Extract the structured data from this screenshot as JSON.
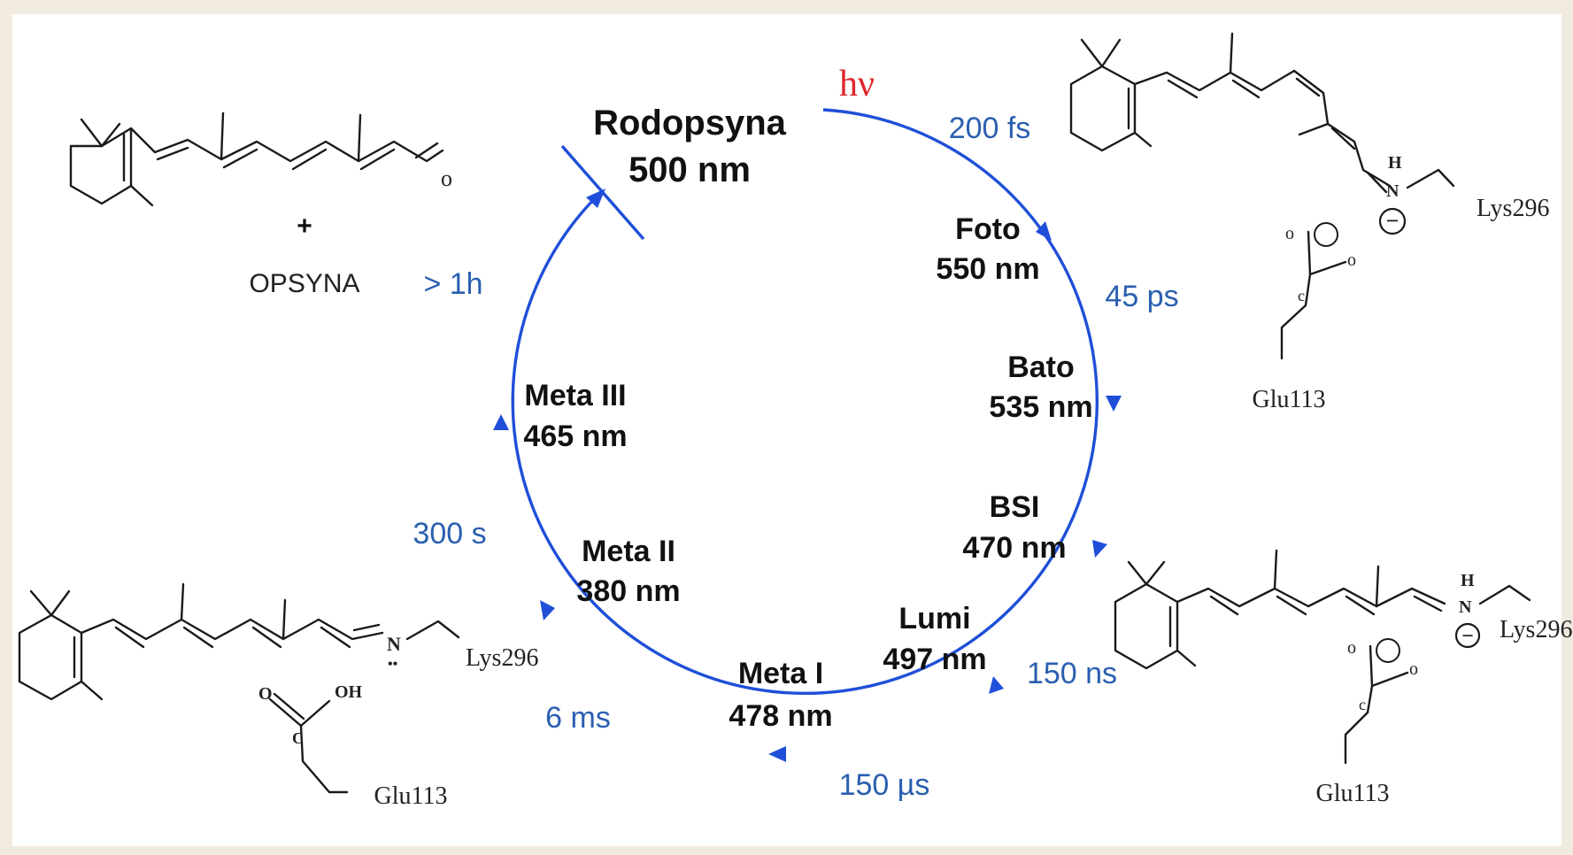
{
  "colors": {
    "cycle": "#1f4fd8",
    "time_text": "#2a5fb0",
    "light_text": "#e0262c",
    "state_text": "#111111",
    "background": "#f1ebdf"
  },
  "light": "hν",
  "states": {
    "rodopsyna": {
      "name": "Rodopsyna",
      "wavelength": "500 nm"
    },
    "foto": {
      "name": "Foto",
      "wavelength": "550 nm"
    },
    "bato": {
      "name": "Bato",
      "wavelength": "535 nm"
    },
    "bsi": {
      "name": "BSI",
      "wavelength": "470 nm"
    },
    "lumi": {
      "name": "Lumi",
      "wavelength": "497 nm"
    },
    "meta1": {
      "name": "Meta I",
      "wavelength": "478 nm"
    },
    "meta2": {
      "name": "Meta II",
      "wavelength": "380 nm"
    },
    "meta3": {
      "name": "Meta III",
      "wavelength": "465 nm"
    }
  },
  "times": {
    "t1": "200 fs",
    "t2": "45 ps",
    "t3": "150 ns",
    "t4": "150 µs",
    "t5": "6 ms",
    "t6": "300 s",
    "t7": "> 1h"
  },
  "molecules": {
    "top_left": {
      "plus": "+",
      "protein": "OPSYNA",
      "oxygen": "o"
    },
    "top_right": {
      "h": "H",
      "n": "N",
      "charge": "−",
      "lys": "Lys296",
      "o1": "o",
      "o2": "o",
      "c": "c",
      "glu": "Glu113"
    },
    "bottom_right": {
      "h": "H",
      "n": "N",
      "charge": "−",
      "lys": "Lys296",
      "o1": "o",
      "o2": "o",
      "c": "c",
      "glu": "Glu113"
    },
    "bottom_left": {
      "n": "N",
      "lone_pair": "••",
      "lys": "Lys296",
      "o": "O",
      "oh": "OH",
      "c": "C",
      "glu": "Glu113"
    }
  }
}
